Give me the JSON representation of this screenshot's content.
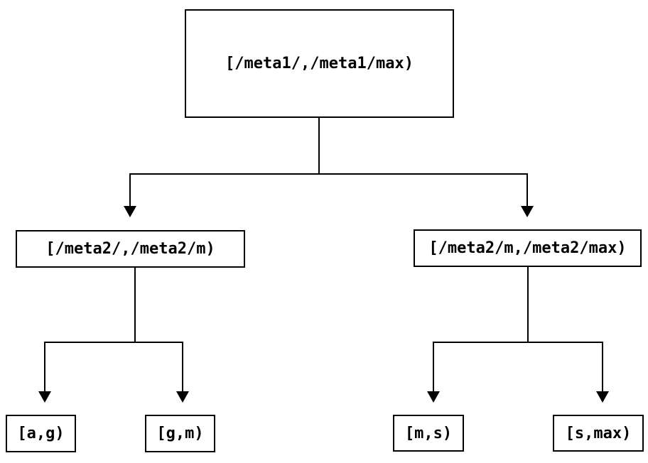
{
  "diagram": {
    "type": "tree",
    "background_color": "#ffffff",
    "line_color": "#000000",
    "nodes": {
      "root": {
        "label": "[/meta1/,/meta1/max)"
      },
      "mid_left": {
        "label": "[/meta2/,/meta2/m)"
      },
      "mid_right": {
        "label": "[/meta2/m,/meta2/max)"
      },
      "leaf_ag": {
        "label": "[a,g)"
      },
      "leaf_gm": {
        "label": "[g,m)"
      },
      "leaf_ms": {
        "label": "[m,s)"
      },
      "leaf_smax": {
        "label": "[s,max)"
      }
    },
    "edges": [
      {
        "from": "root",
        "to": "mid_left"
      },
      {
        "from": "root",
        "to": "mid_right"
      },
      {
        "from": "mid_left",
        "to": "leaf_ag"
      },
      {
        "from": "mid_left",
        "to": "leaf_gm"
      },
      {
        "from": "mid_right",
        "to": "leaf_ms"
      },
      {
        "from": "mid_right",
        "to": "leaf_smax"
      }
    ]
  }
}
